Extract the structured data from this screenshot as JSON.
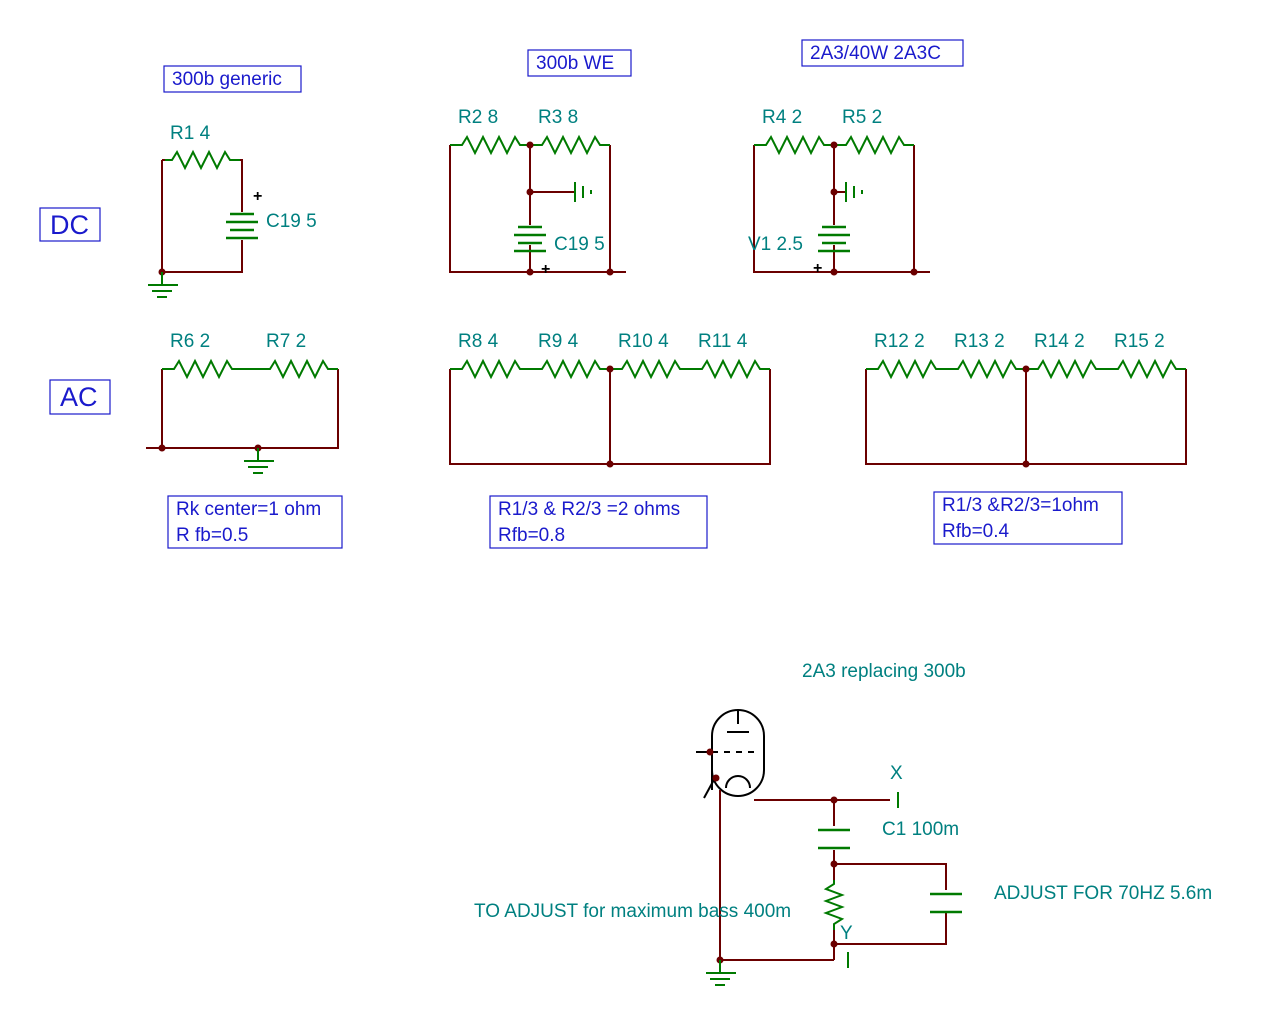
{
  "sections": {
    "dc": "DC",
    "ac": "AC"
  },
  "titles": {
    "generic": "300b generic",
    "we": "300b WE",
    "a2a3": "2A3/40W 2A3C",
    "replacing": "2A3 replacing 300b"
  },
  "components": {
    "r1": "R1 4",
    "c19a": "C19 5",
    "r2": "R2 8",
    "r3": "R3 8",
    "c19b": "C19 5",
    "r4": "R4 2",
    "r5": "R5 2",
    "v1": "V1 2.5",
    "r6": "R6 2",
    "r7": "R7 2",
    "r8": "R8 4",
    "r9": "R9 4",
    "r10": "R10 4",
    "r11": "R11 4",
    "r12": "R12 2",
    "r13": "R13 2",
    "r14": "R14 2",
    "r15": "R15 2",
    "x": "X",
    "c1": "C1 100m",
    "y": "Y",
    "adjust_bass": "TO ADJUST for maximum bass 400m",
    "adjust_70hz": "ADJUST FOR 70HZ 5.6m"
  },
  "notes": {
    "n1_line1": "Rk center=1 ohm",
    "n1_line2": "R fb=0.5",
    "n2_line1": "R1/3 & R2/3 =2 ohms",
    "n2_line2": "Rfb=0.8",
    "n3_line1": "R1/3 &R2/3=1ohm",
    "n3_line2": "Rfb=0.4"
  },
  "colors": {
    "wire": "#6b0000",
    "component": "#007a00",
    "label": "#008080",
    "note": "#1a1acc"
  }
}
